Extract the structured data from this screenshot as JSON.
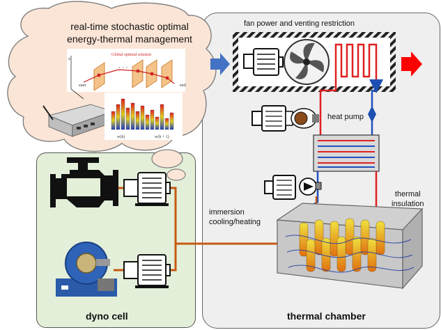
{
  "cloud_title_line1": "real-time stochastic optimal",
  "cloud_title_line2": "energy-thermal management",
  "mini_plot": {
    "title": "Global optimal solution",
    "start_label": "start",
    "end_label": "end",
    "xi_label": "x",
    "w_k_label": "w(k)",
    "w_k1_label": "w(k + 1)"
  },
  "dyno_label": "dyno cell",
  "chamber_label": "thermal chamber",
  "fan_label": "fan power and venting restriction",
  "heat_pump_label": "heat pump",
  "immersion_label_1": "immersion",
  "immersion_label_2": "cooling/heating",
  "insulation_label_1": "thermal",
  "insulation_label_2": "insulation",
  "colors": {
    "dyno_bg": "#e3efd9",
    "chamber_bg": "#efefef",
    "cloud_bg": "#fbe5d6",
    "cloud_stroke": "#7f7f7f",
    "shaft": "#c55a11",
    "pipe_hot": "#e02020",
    "pipe_cold": "#2050c0",
    "arrow_in": "#4472c4",
    "arrow_out": "#ff0000"
  },
  "icons": {
    "engine": "engine-icon",
    "motor": "electric-motor-icon",
    "fan": "fan-icon",
    "pump": "pump-icon",
    "compressor": "compressor-icon",
    "heat_exchanger": "heat-exchanger-icon",
    "battery": "battery-pack-icon",
    "controller": "embedded-controller-icon",
    "dynamometer": "dynamometer-icon"
  }
}
